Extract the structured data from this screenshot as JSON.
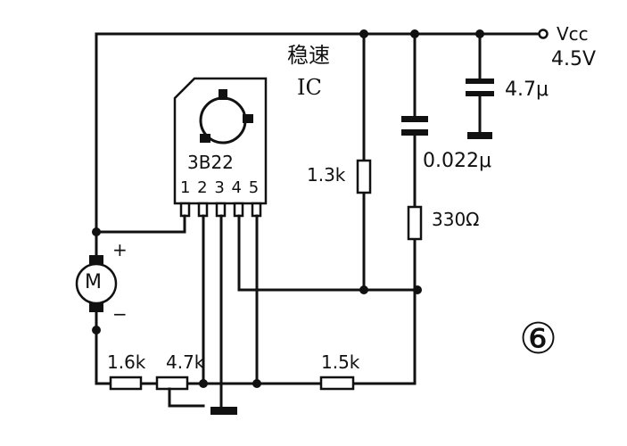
{
  "supply": {
    "name": "Vcc",
    "voltage": "4.5V"
  },
  "ic": {
    "title_cn": "稳速",
    "title": "IC",
    "part": "3B22",
    "pins": "1 2 3 4 5"
  },
  "motor": {
    "symbol": "M",
    "plus": "+",
    "minus": "−"
  },
  "components": {
    "c1": "4.7μ",
    "c2": "0.022μ",
    "r_13k": "1.3k",
    "r_330": "330Ω",
    "r_16k": "1.6k",
    "r_47k": "4.7k",
    "r_15k": "1.5k"
  },
  "figure_number": "⑥",
  "colors": {
    "ink": "#111111",
    "paper": "#ffffff"
  }
}
